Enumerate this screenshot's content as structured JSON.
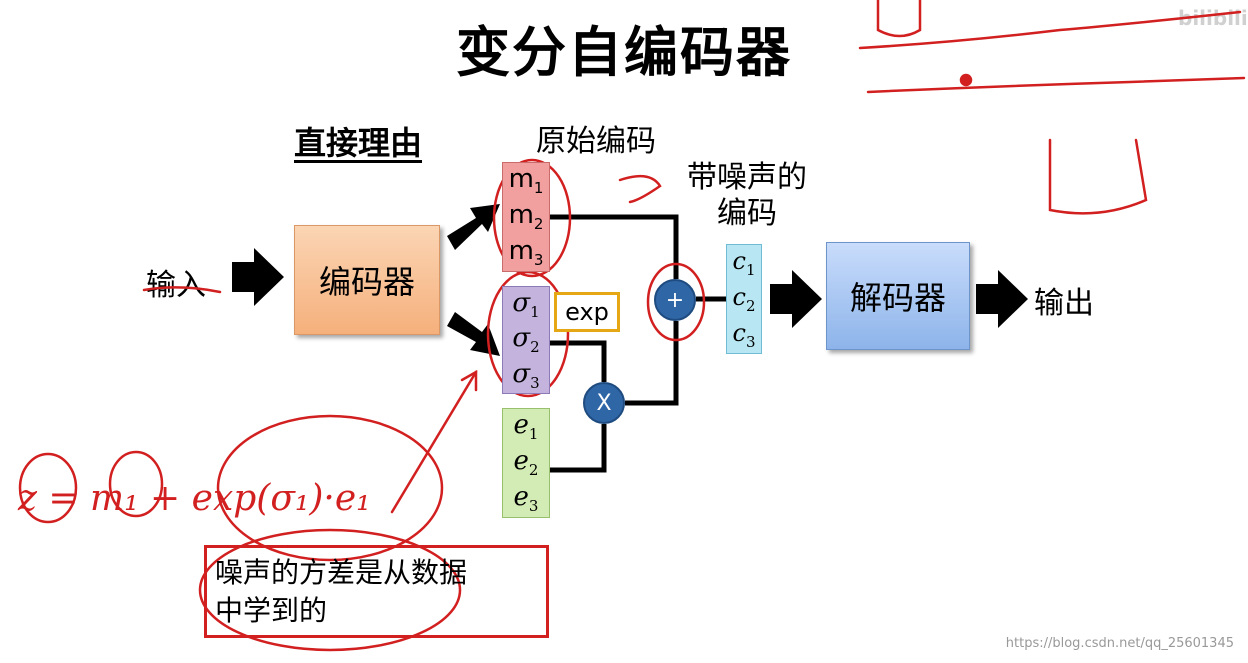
{
  "title": "变分自编码器",
  "reason_title": "直接理由",
  "original_code_label": "原始编码",
  "noisy_code_label_line1": "带噪声的",
  "noisy_code_label_line2": "编码",
  "input_label": "输入",
  "output_label": "输出",
  "encoder_label": "编码器",
  "decoder_label": "解码器",
  "exp_label": "exp",
  "plus_label": "+",
  "times_label": "X",
  "m_items": [
    {
      "base": "m",
      "sub": "1"
    },
    {
      "base": "m",
      "sub": "2"
    },
    {
      "base": "m",
      "sub": "3"
    }
  ],
  "sigma_items": [
    {
      "base": "σ",
      "sub": "1"
    },
    {
      "base": "σ",
      "sub": "2"
    },
    {
      "base": "σ",
      "sub": "3"
    }
  ],
  "e_items": [
    {
      "base": "e",
      "sub": "1"
    },
    {
      "base": "e",
      "sub": "2"
    },
    {
      "base": "e",
      "sub": "3"
    }
  ],
  "c_items": [
    {
      "base": "c",
      "sub": "1"
    },
    {
      "base": "c",
      "sub": "2"
    },
    {
      "base": "c",
      "sub": "3"
    }
  ],
  "note_line1": "噪声的方差是从数据",
  "note_line2": "中学到的",
  "handwritten_formula": "z = m₁ + exp(σ₁)·e₁",
  "watermark": "https://blog.csdn.net/qq_25601345",
  "logo": "bilibili",
  "colors": {
    "encoder": "#f5b07c",
    "decoder": "#8db4ea",
    "m_column": "#f29f9f",
    "sigma_column": "#c3b3dd",
    "e_column": "#d3ecb5",
    "c_column": "#b8e6f2",
    "operator_node": "#2f66a6",
    "exp_border": "#e5a713",
    "annotation_red": "#d21f1f"
  }
}
